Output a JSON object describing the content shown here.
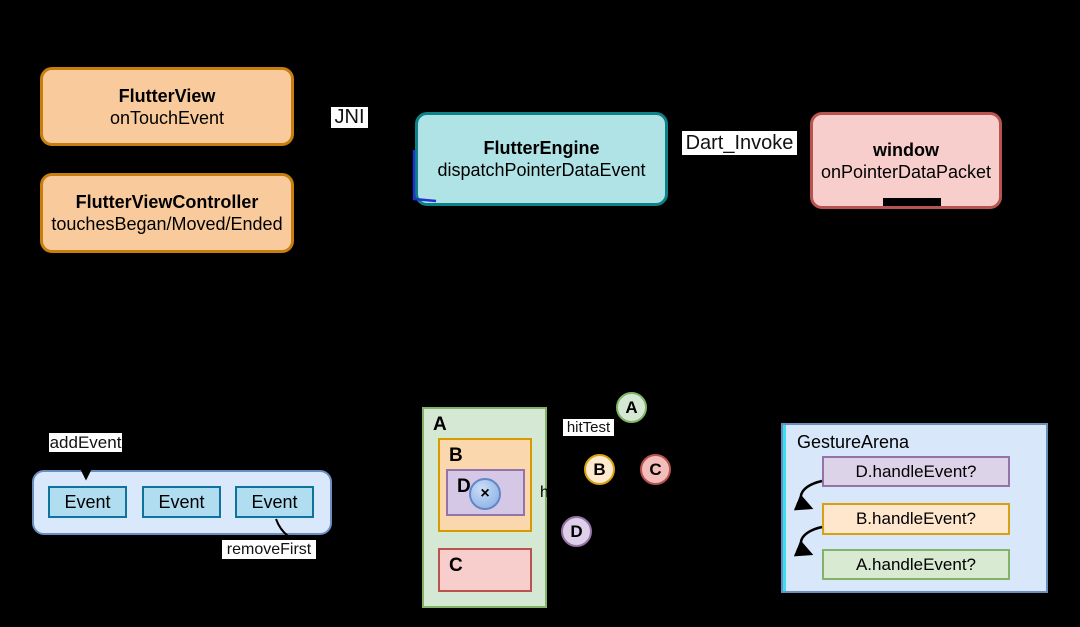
{
  "nodes": {
    "flutter_view": {
      "title": "FlutterView",
      "subtitle": "onTouchEvent"
    },
    "flutter_view_controller": {
      "title": "FlutterViewController",
      "subtitle": "touchesBegan/Moved/Ended"
    },
    "flutter_engine": {
      "title": "FlutterEngine",
      "subtitle": "dispatchPointerDataEvent"
    },
    "window": {
      "title": "window",
      "subtitle": "onPointerDataPacket"
    }
  },
  "edge_labels": {
    "jni": "JNI",
    "dart_invoke": "Dart_Invoke",
    "add_event": "addEvent",
    "remove_first": "removeFirst",
    "hit_test": "hitTest",
    "hit_test_partial": "h"
  },
  "event_queue": {
    "items": [
      "Event",
      "Event",
      "Event"
    ]
  },
  "hit_test_tree": {
    "a": "A",
    "b": "B",
    "d": "D",
    "c": "C",
    "touch_mark": "×"
  },
  "hit_test_circles": {
    "a": "A",
    "b": "B",
    "c": "C",
    "d": "D"
  },
  "gesture_arena": {
    "title": "GestureArena",
    "entries": [
      "D.handleEvent?",
      "B.handleEvent?",
      "A.handleEvent?"
    ]
  },
  "colors": {
    "background": "#000000",
    "orange_fill": "#f9cb9c",
    "orange_stroke": "#c77e0e",
    "teal_fill": "#b0e3e6",
    "teal_stroke": "#0e8088",
    "red_fill": "#f8cecc",
    "red_stroke": "#b85450",
    "blue_fill": "#dae8fc",
    "blue_stroke": "#6c8ebf",
    "event_fill": "#b1ddf0",
    "event_stroke": "#10739e",
    "green_fill": "#d5e8d4",
    "green_stroke": "#82b366",
    "purple_fill": "#d5c8e6",
    "purple_stroke": "#9673a6",
    "gold_fill": "#ffe9cf",
    "gold_stroke": "#d6a213",
    "arena_accent": "#39e0f2",
    "label_bg": "#ffffff"
  }
}
